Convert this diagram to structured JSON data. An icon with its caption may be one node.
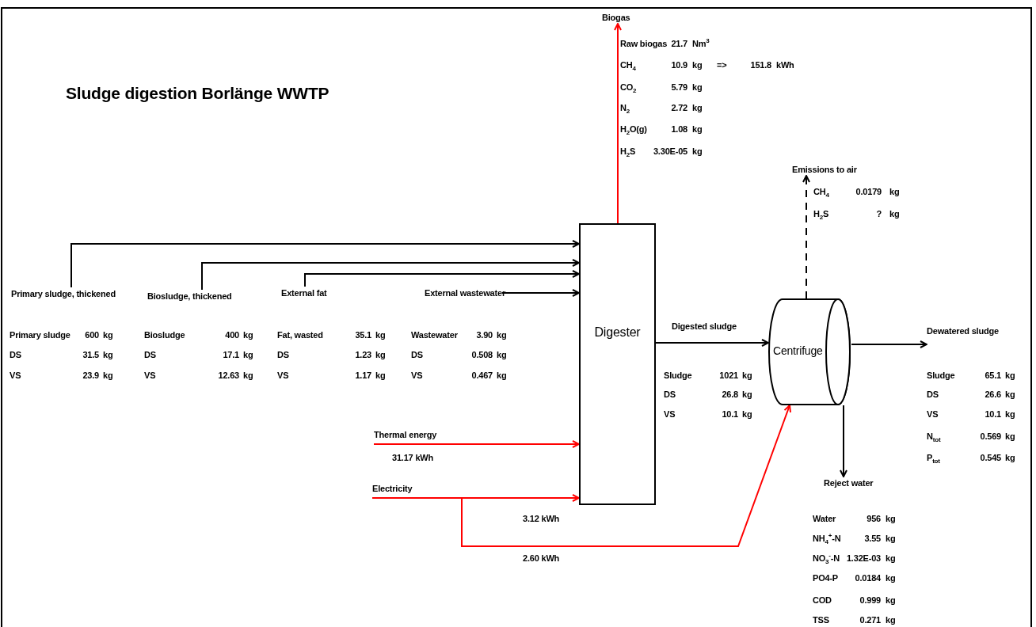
{
  "diagram": {
    "title": "Sludge digestion Borlänge WWTP",
    "nodes": [
      {
        "text": [
          "Biogas"
        ]
      },
      {
        "text": [
          "Emissions to air"
        ]
      },
      {
        "text": [
          "Primary sludge, thickened"
        ]
      },
      {
        "text": [
          "Biosludge, thickened"
        ]
      },
      {
        "text": [
          "External fat"
        ]
      },
      {
        "text": [
          "External wastewater"
        ]
      },
      {
        "text": [
          "Digester"
        ]
      },
      {
        "text": [
          "Centrifuge"
        ]
      },
      {
        "text": [
          "Dewatered sludge"
        ]
      },
      {
        "text": [
          "Thermal energy"
        ]
      },
      {
        "text": [
          "Electricity"
        ]
      },
      {
        "text": [
          "Reject water"
        ]
      }
    ],
    "edges": [
      {
        "from": 6,
        "to": 0,
        "arrow": "to",
        "color": "#ff0000"
      },
      {
        "from": 7,
        "to": 1,
        "arrow": "to",
        "style": "dashed"
      },
      {
        "from": 2,
        "to": 6,
        "arrow": "to"
      },
      {
        "from": 3,
        "to": 6,
        "arrow": "to"
      },
      {
        "from": 4,
        "to": 6,
        "arrow": "to"
      },
      {
        "from": 5,
        "to": 6,
        "arrow": "to"
      },
      {
        "from": 6,
        "to": 7,
        "arrow": "to",
        "label": "Digested sludge"
      },
      {
        "from": 7,
        "to": 8,
        "arrow": "to"
      },
      {
        "from": 7,
        "to": 11,
        "arrow": "to"
      },
      {
        "from": 9,
        "to": 6,
        "arrow": "to",
        "label": "31.17 kWh",
        "color": "#ff0000"
      },
      {
        "from": 10,
        "to": 6,
        "arrow": "to",
        "label": "3.12 kWh",
        "color": "#ff0000"
      },
      {
        "from": 10,
        "to": 7,
        "arrow": "to",
        "label": "2.60 kWh",
        "color": "#ff0000"
      }
    ],
    "labels": [
      "Raw biogas",
      "21.7",
      "Nm$^{3}$",
      "CH$_{4}$",
      "10.9",
      "kg",
      "=>",
      "151.8",
      "kWh",
      "CO$_{2}$",
      "5.79",
      "kg",
      "N$_{2}$",
      "2.72",
      "kg",
      "H$_{2}$O(g)",
      "1.08",
      "kg",
      "H$_{2}$S",
      "3.30E-05",
      "kg",
      "CH$_{4}$",
      "0.0179",
      "kg",
      "H$_{2}$S",
      "?",
      "kg",
      "Primary sludge",
      "600",
      "kg",
      "Biosludge",
      "400",
      "kg",
      "Fat, wasted",
      "35.1",
      "kg",
      "Wastewater",
      "3.90",
      "kg",
      "DS",
      "31.5",
      "kg",
      "DS",
      "17.1",
      "kg",
      "DS",
      "1.23",
      "kg",
      "DS",
      "0.508",
      "kg",
      "VS",
      "23.9",
      "kg",
      "VS",
      "12.63",
      "kg",
      "VS",
      "1.17",
      "kg",
      "VS",
      "0.467",
      "kg",
      "Sludge",
      "1021",
      "kg",
      "DS",
      "26.8",
      "kg",
      "VS",
      "10.1",
      "kg",
      "Sludge",
      "65.1",
      "kg",
      "DS",
      "26.6",
      "kg",
      "VS",
      "10.1",
      "kg",
      "N$_{tot}$",
      "0.569",
      "kg",
      "P$_{tot}$",
      "0.545",
      "kg",
      "Water",
      "956",
      "kg",
      "NH$_{4}$$^{+}$-N",
      "3.55",
      "kg",
      "NO$_{3}$$^{-}$-N",
      "1.32E-03",
      "kg",
      "PO4-P",
      "0.0184",
      "kg",
      "COD",
      "0.999",
      "kg",
      "TSS",
      "0.271",
      "kg"
    ]
  }
}
